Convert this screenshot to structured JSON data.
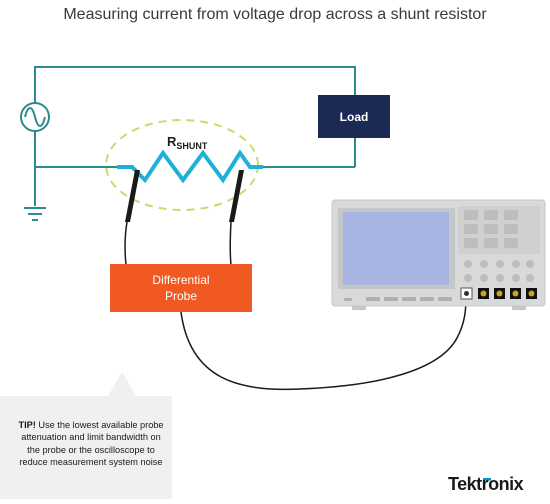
{
  "title": "Measuring current from voltage drop across a shunt resistor",
  "load_label": "Load",
  "resistor": {
    "label_main": "R",
    "label_sub": "SHUNT"
  },
  "probe": {
    "line1": "Differential",
    "line2": "Probe"
  },
  "tip": {
    "heading": "TIP!",
    "text": "Use the lowest available probe attenuation and limit bandwidth on the probe or the oscilloscope to reduce measurement system noise"
  },
  "brand": "Tektronix",
  "colors": {
    "circuit_wire": "#2f8a8c",
    "resistor": "#1eb0d8",
    "load": "#1b2a55",
    "probe": "#f05a22",
    "dashed_ellipse": "#c7db6e",
    "brand_accent": "#0094c8"
  }
}
